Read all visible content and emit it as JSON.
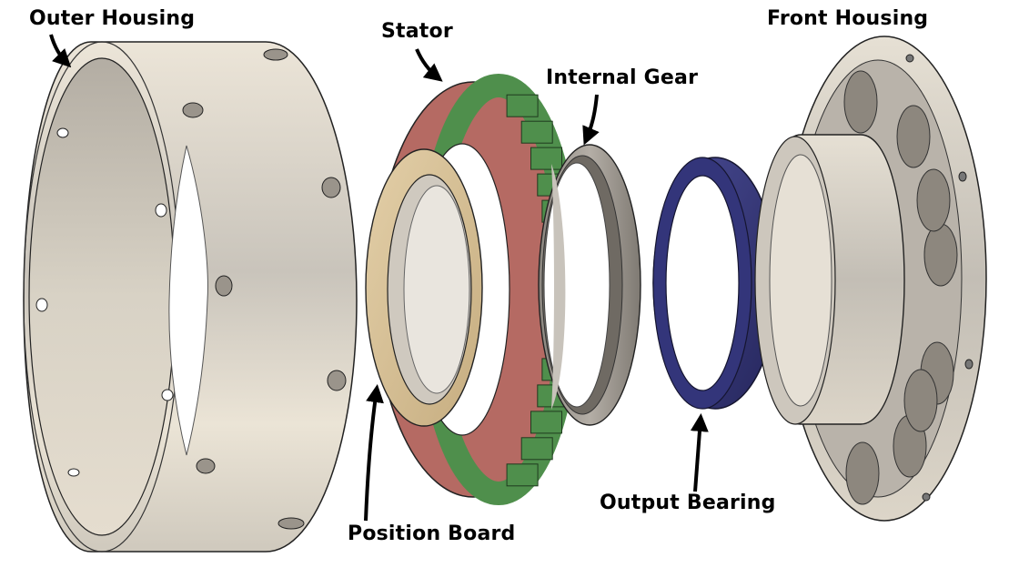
{
  "labels": {
    "outer_housing": "Outer Housing",
    "stator": "Stator",
    "internal_gear": "Internal Gear",
    "front_housing": "Front Housing",
    "position_board": "Position Board",
    "output_bearing": "Output Bearing"
  },
  "colors": {
    "housing": "#d9d2c4",
    "housing_inner": "#bdb7ac",
    "stator_teeth": "#b56a63",
    "stator_coils": "#4f8f4c",
    "position_board": "#d6bf95",
    "internal_gear": "#a09a92",
    "output_bearing": "#2e2f6e",
    "outline": "#222222",
    "arrow": "#000000"
  }
}
